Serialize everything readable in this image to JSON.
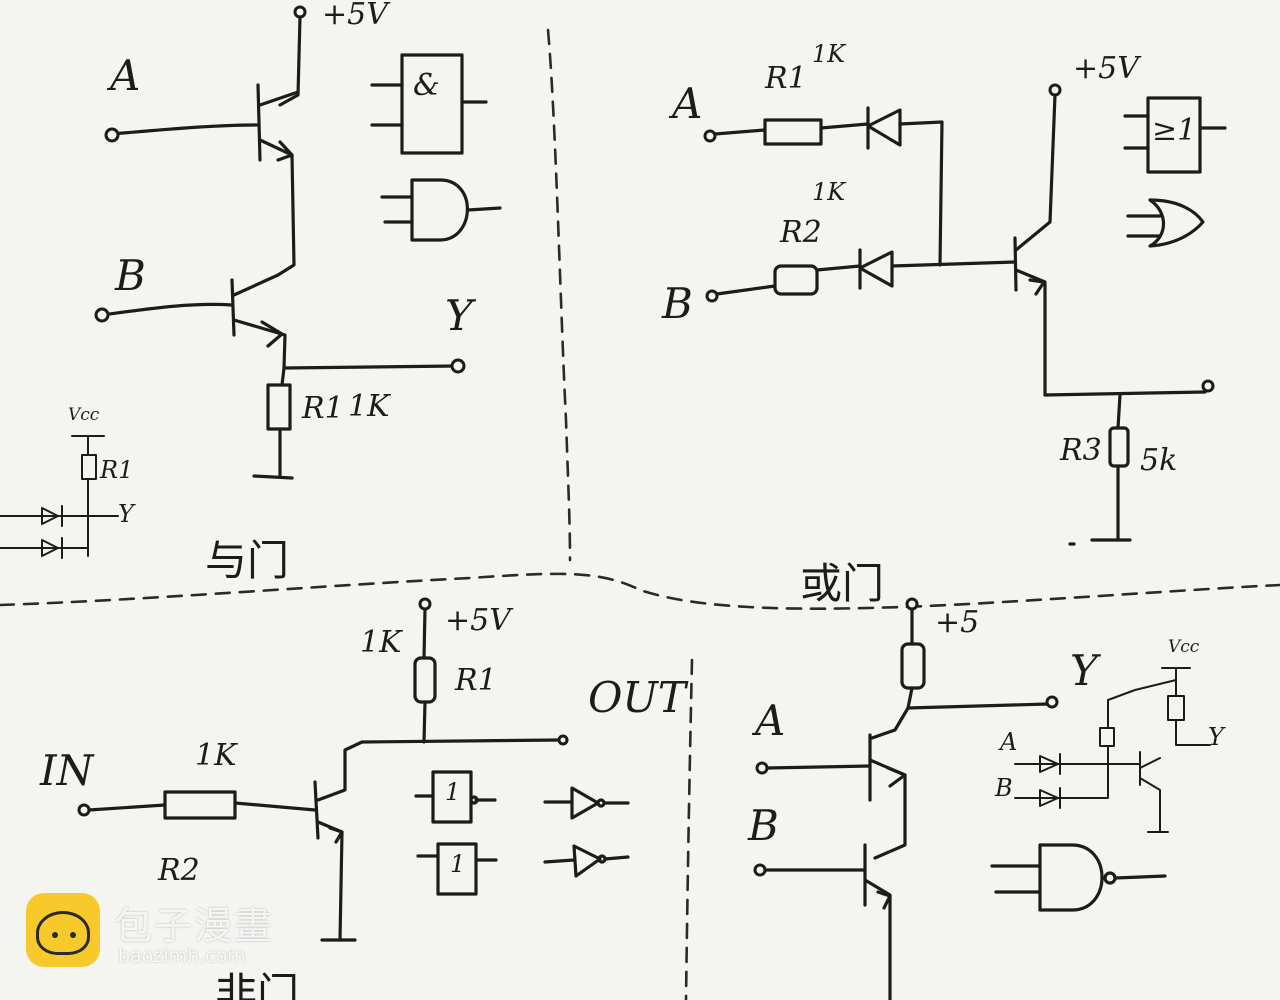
{
  "and_gate": {
    "input_a": "A",
    "input_b": "B",
    "supply": "+5V",
    "output": "Y",
    "resistor": "R1",
    "resistor_value": "1K",
    "symbol_text": "&",
    "mini_supply": "Vcc",
    "mini_resistor": "R1",
    "mini_output": "Y",
    "title": "与门"
  },
  "or_gate": {
    "input_a": "A",
    "input_b": "B",
    "r1": "R1",
    "r1_value": "1K",
    "r2": "R2",
    "r2_value": "1K",
    "supply": "+5V",
    "symbol_text": "≥1",
    "r3": "R3",
    "r3_value": "5k",
    "title": "或门"
  },
  "not_gate": {
    "input": "IN",
    "r2_value": "1K",
    "r2": "R2",
    "r1_value": "1K",
    "r1": "R1",
    "supply": "+5V",
    "output": "OUT",
    "symbol_text": "1",
    "title": "非门"
  },
  "nand_gate": {
    "supply": "+5",
    "output": "Y",
    "input_a": "A",
    "input_b": "B",
    "mini_supply": "Vcc",
    "mini_a": "A",
    "mini_b": "B",
    "mini_y": "Y"
  },
  "watermark": {
    "name": "包子漫畫",
    "url": "baozimh.com"
  }
}
